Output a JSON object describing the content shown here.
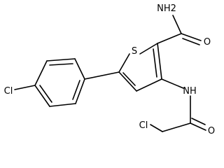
{
  "molecule": {
    "atoms": {
      "amide_n": "NH2",
      "amide_o": "O",
      "ring_s": "S",
      "aryl_cl": "Cl",
      "amine_nh": "NH",
      "acyl_o": "O",
      "alkyl_cl": "Cl"
    }
  }
}
